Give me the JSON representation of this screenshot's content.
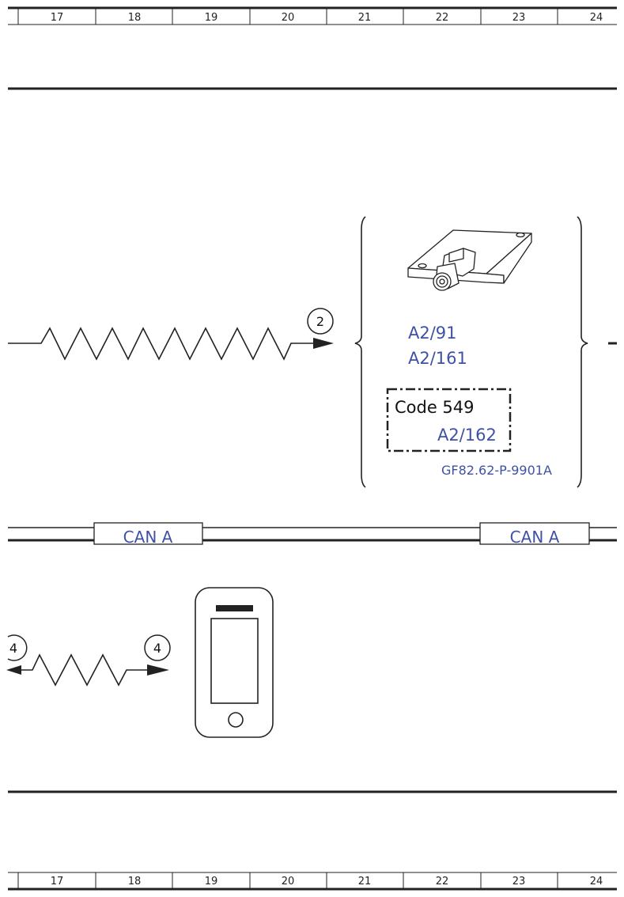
{
  "ruler": {
    "columns": [
      "17",
      "18",
      "19",
      "20",
      "21",
      "22",
      "23",
      "24"
    ]
  },
  "diagram": {
    "callout_top": "2",
    "component_refs": [
      "A2/91",
      "A2/161"
    ],
    "option_box": {
      "label": "Code 549",
      "ref": "A2/162"
    },
    "doc_ref": "GF82.62-P-9901A",
    "bus_labels": [
      "CAN A",
      "CAN A"
    ],
    "callouts_bottom": [
      "4",
      "4"
    ]
  },
  "icons": [
    "antenna-module-icon",
    "mobile-phone-icon"
  ],
  "colors": {
    "label_blue": "#3f51a5",
    "line": "#222222"
  }
}
